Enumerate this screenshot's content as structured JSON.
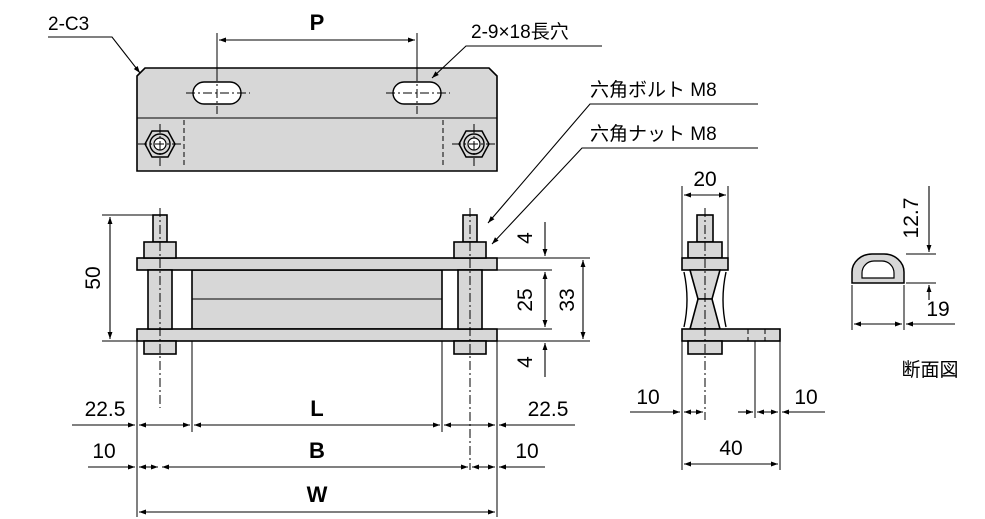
{
  "labels": {
    "chamfer": "2-C3",
    "pitch": "P",
    "slot": "2-9×18長穴",
    "bolt": "六角ボルト M8",
    "nut": "六角ナット M8",
    "height_total": "50",
    "dim_4_top": "4",
    "dim_25": "25",
    "dim_33": "33",
    "dim_4_bottom": "4",
    "left_225": "22.5",
    "L": "L",
    "right_225": "22.5",
    "left_10": "10",
    "B": "B",
    "right_10": "10",
    "W": "W",
    "side_20": "20",
    "side_10_left": "10",
    "side_10_right": "10",
    "side_40": "40",
    "sec_127": "12.7",
    "sec_19": "19",
    "section_caption": "断面図"
  }
}
